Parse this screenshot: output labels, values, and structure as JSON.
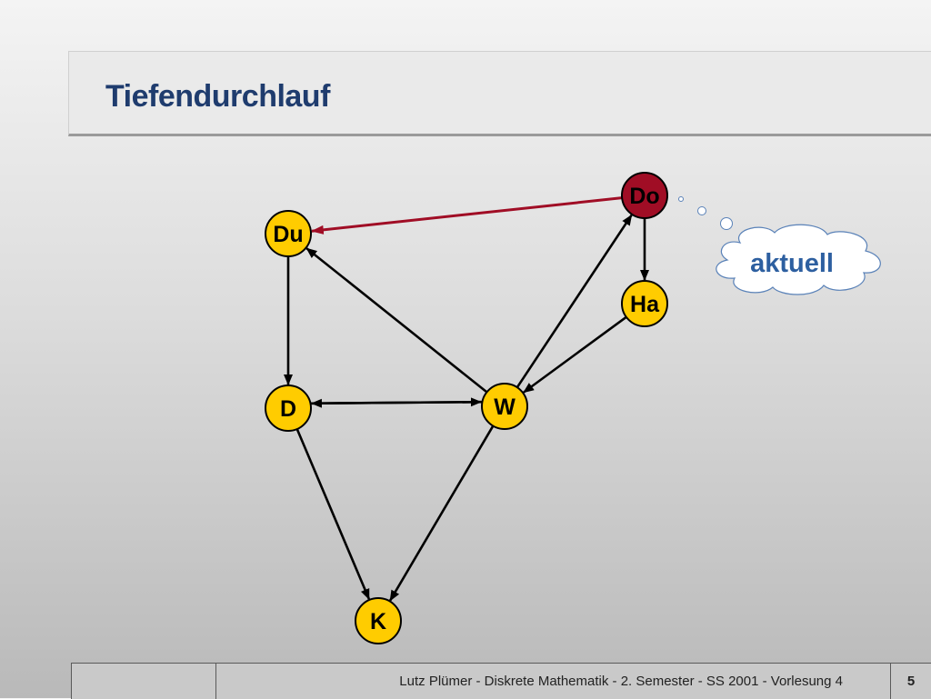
{
  "slide": {
    "title": "Tiefendurchlauf"
  },
  "graph": {
    "nodes": [
      {
        "id": "Do",
        "label": "Do",
        "state": "current"
      },
      {
        "id": "Du",
        "label": "Du",
        "state": "normal"
      },
      {
        "id": "Ha",
        "label": "Ha",
        "state": "normal"
      },
      {
        "id": "D",
        "label": "D",
        "state": "normal"
      },
      {
        "id": "W",
        "label": "W",
        "state": "normal"
      },
      {
        "id": "K",
        "label": "K",
        "state": "normal"
      }
    ],
    "edges": [
      {
        "from": "Do",
        "to": "Du",
        "highlight": true
      },
      {
        "from": "Do",
        "to": "Ha",
        "highlight": false
      },
      {
        "from": "Ha",
        "to": "W",
        "highlight": false
      },
      {
        "from": "W",
        "to": "Do",
        "highlight": false
      },
      {
        "from": "W",
        "to": "Du",
        "highlight": false
      },
      {
        "from": "Du",
        "to": "D",
        "highlight": false
      },
      {
        "from": "D",
        "to": "W",
        "highlight": false
      },
      {
        "from": "W",
        "to": "D",
        "highlight": false
      },
      {
        "from": "D",
        "to": "K",
        "highlight": false
      },
      {
        "from": "W",
        "to": "K",
        "highlight": false
      }
    ],
    "colors": {
      "node_fill": "#ffcc00",
      "current_fill": "#a00d25",
      "edge": "#000000",
      "highlight_edge": "#a00d25"
    }
  },
  "callout": {
    "text": "aktuell"
  },
  "footer": {
    "left": "",
    "center": "Lutz Plümer  -  Diskrete Mathematik  -  2. Semester  -  SS 2001  -  Vorlesung 4",
    "page_number": "5"
  }
}
